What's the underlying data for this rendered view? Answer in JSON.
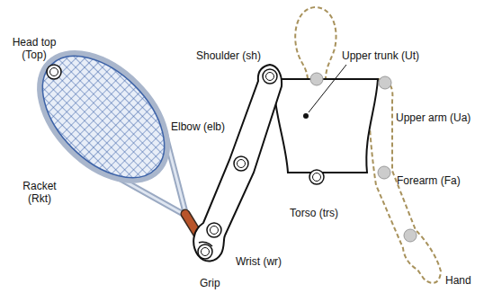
{
  "diagram": {
    "labels": [
      "Head top (Top)",
      "Racket (Rkt)",
      "Shoulder (sh)",
      "Upper trunk (Ut)",
      "Elbow (elb)",
      "Upper arm (Ua)",
      "Forearm (Fa)",
      "Torso (trs)",
      "Wrist (wr)",
      "Grip",
      "Hand"
    ]
  }
}
